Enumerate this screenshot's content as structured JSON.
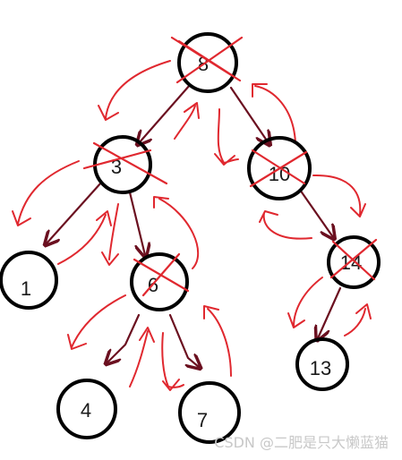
{
  "tree": {
    "nodes": [
      {
        "id": "n8",
        "label": "8",
        "crossed": true
      },
      {
        "id": "n3",
        "label": "3",
        "crossed": true
      },
      {
        "id": "n10",
        "label": "10",
        "crossed": true
      },
      {
        "id": "n1",
        "label": "1",
        "crossed": false
      },
      {
        "id": "n6",
        "label": "6",
        "crossed": true
      },
      {
        "id": "n14",
        "label": "14",
        "crossed": true
      },
      {
        "id": "n4",
        "label": "4",
        "crossed": false
      },
      {
        "id": "n7",
        "label": "7",
        "crossed": false
      },
      {
        "id": "n13",
        "label": "13",
        "crossed": false
      }
    ],
    "edges": [
      {
        "from": "8",
        "to": "3"
      },
      {
        "from": "8",
        "to": "10"
      },
      {
        "from": "3",
        "to": "1"
      },
      {
        "from": "3",
        "to": "6"
      },
      {
        "from": "10",
        "to": "14"
      },
      {
        "from": "14",
        "to": "13"
      },
      {
        "from": "6",
        "to": "4"
      },
      {
        "from": "6",
        "to": "7"
      }
    ]
  },
  "colors": {
    "node_stroke": "#000000",
    "edge": "#6b1020",
    "cross": "#e0282f",
    "trace": "#e0282f",
    "watermark": "#c8c8c8"
  },
  "watermark": "CSDN @二肥是只大懒蓝猫"
}
